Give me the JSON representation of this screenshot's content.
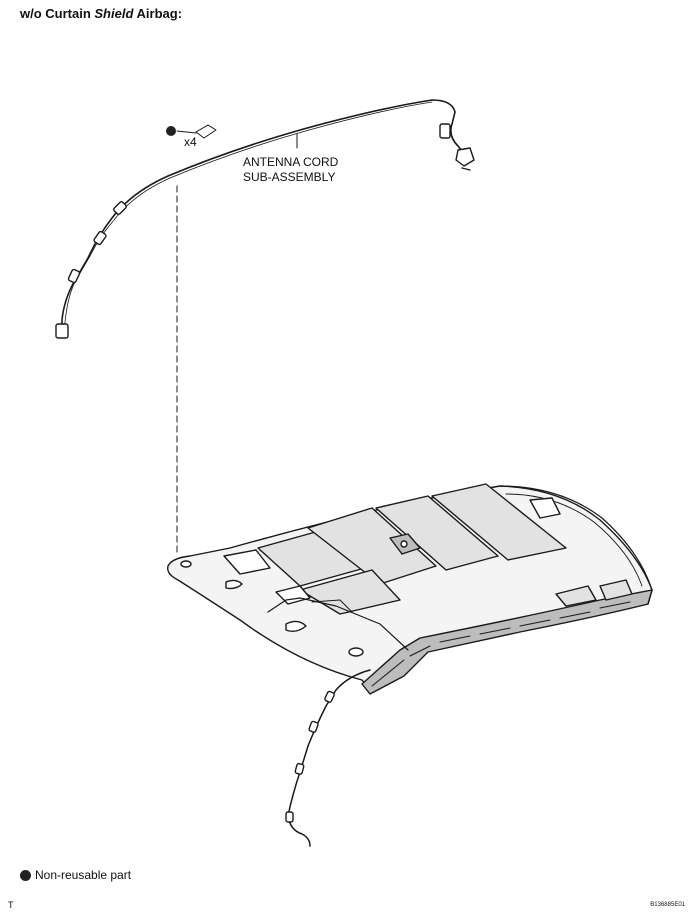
{
  "header": {
    "title_prefix": "w/o Curtain ",
    "title_italic": "Shield",
    "title_suffix": " Airbag:"
  },
  "callouts": {
    "antenna_line1": "ANTENNA CORD",
    "antenna_line2": "SUB-ASSEMBLY",
    "clip_qty": "x4"
  },
  "legend": {
    "non_reusable": "Non-reusable part"
  },
  "footer": {
    "corner_mark": "T",
    "figure_ref": "B136885E01"
  },
  "colors": {
    "line": "#1a1a1a",
    "fill_light": "#f4f4f4",
    "fill_mid": "#e2e2e2",
    "fill_dark": "#bdbdbd"
  }
}
